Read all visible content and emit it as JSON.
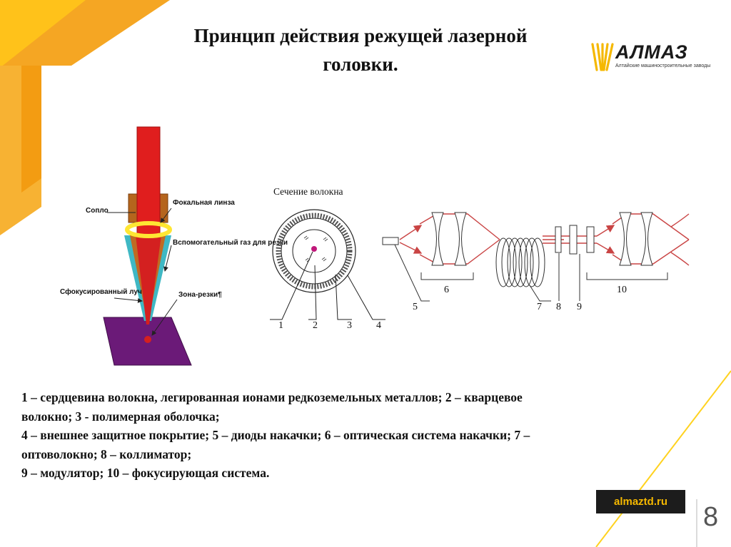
{
  "slide": {
    "title_line1": "Принцип действия режущей лазерной",
    "title_line2": "головки.",
    "page_number": "8"
  },
  "logo": {
    "word": "АЛМАЗ",
    "subtitle": "Алтайские машиностроительные заводы"
  },
  "cutting_head": {
    "labels": {
      "nozzle": "Сопло",
      "focal_lens": "Фокальная линза",
      "aux_gas": "Вспомогательный газ для резки",
      "focused_beam": "Сфокусированный луч",
      "cut_zone": "Зона-резки¶"
    }
  },
  "fiber_section": {
    "title": "Сечение волокна",
    "callouts": [
      "1",
      "2",
      "3",
      "4"
    ]
  },
  "laser_scheme": {
    "callouts": [
      "5",
      "6",
      "7",
      "8",
      "9",
      "10"
    ]
  },
  "legend": {
    "line1": "1 – сердцевина волокна, легированная ионами редкоземельных металлов; 2 – кварцевое",
    "line2": "волокно; 3 -  полимерная оболочка;",
    "line3": "4 – внешнее защитное покрытие; 5 – диоды накачки; 6 – оптическая система накачки; 7 –",
    "line4": "оптоволокно; 8 – коллиматор;",
    "line5": "9 – модулятор; 10 – фокусирующая система."
  },
  "footer": {
    "site": "almaztd.ru"
  },
  "colors": {
    "accent_orange": "#f5a623",
    "accent_yellow": "#ffd21f",
    "beam_red": "#d42020",
    "nozzle_brown": "#b5651d",
    "gas_teal": "#3fb8c4",
    "workpiece_purple": "#6b1a78",
    "badge_dark": "#1c1c1c",
    "badge_text": "#f5b800"
  }
}
